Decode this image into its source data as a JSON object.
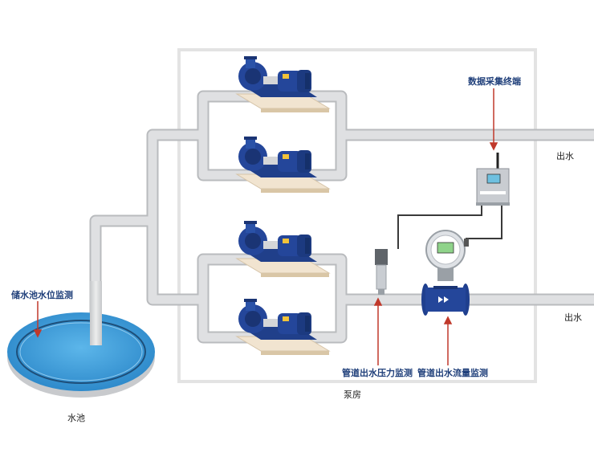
{
  "labels": {
    "data_terminal": "数据采集终端",
    "outlet_top": "出水",
    "outlet_bottom": "出水",
    "reservoir_level": "储水池水位监测",
    "reservoir": "水池",
    "pressure_monitor": "管道出水压力监测",
    "flow_monitor": "管道出水流量监测",
    "pump_room": "泵房"
  },
  "colors": {
    "pipe": "#d9dadc",
    "pipe_edge": "#b9bbbe",
    "room_border": "#e3e3e3",
    "pump": "#24469a",
    "water": "#3a9ad8",
    "cable": "#3a3a3a",
    "arrow": "#c0392b",
    "label_blue": "#1f3f7a"
  }
}
